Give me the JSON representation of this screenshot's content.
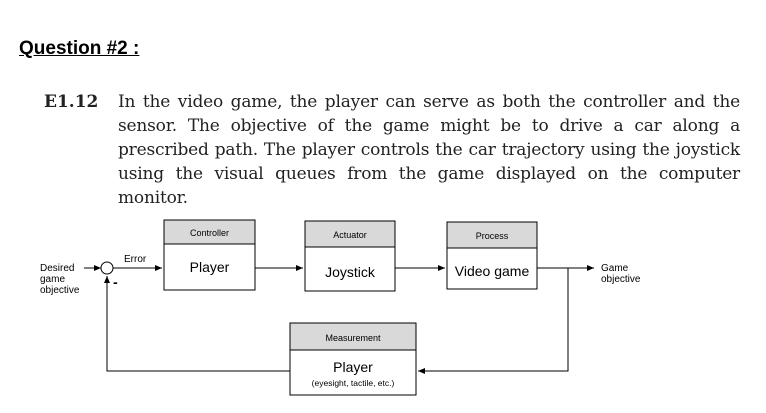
{
  "heading": "Question #2 :",
  "problem": {
    "number": "E1.12",
    "text": "In the video game, the player can serve as both the controller and the sensor. The objective of the game might be to drive a car along a prescribed path. The player controls the car trajectory using the joystick using the visual queues from the game displayed on the computer monitor."
  },
  "diagram": {
    "input_label": [
      "Desired",
      "game",
      "objective"
    ],
    "error_label": "Error",
    "minus_sign": "-",
    "controller": {
      "header": "Controller",
      "body": "Player"
    },
    "actuator": {
      "header": "Actuator",
      "body": "Joystick"
    },
    "process": {
      "header": "Process",
      "body": "Video game"
    },
    "measurement": {
      "header": "Measurement",
      "body": "Player",
      "sub": "(eyesight, tactile, etc.)"
    },
    "output_label": [
      "Game",
      "objective"
    ],
    "header_fill": "#d9d9d9"
  }
}
